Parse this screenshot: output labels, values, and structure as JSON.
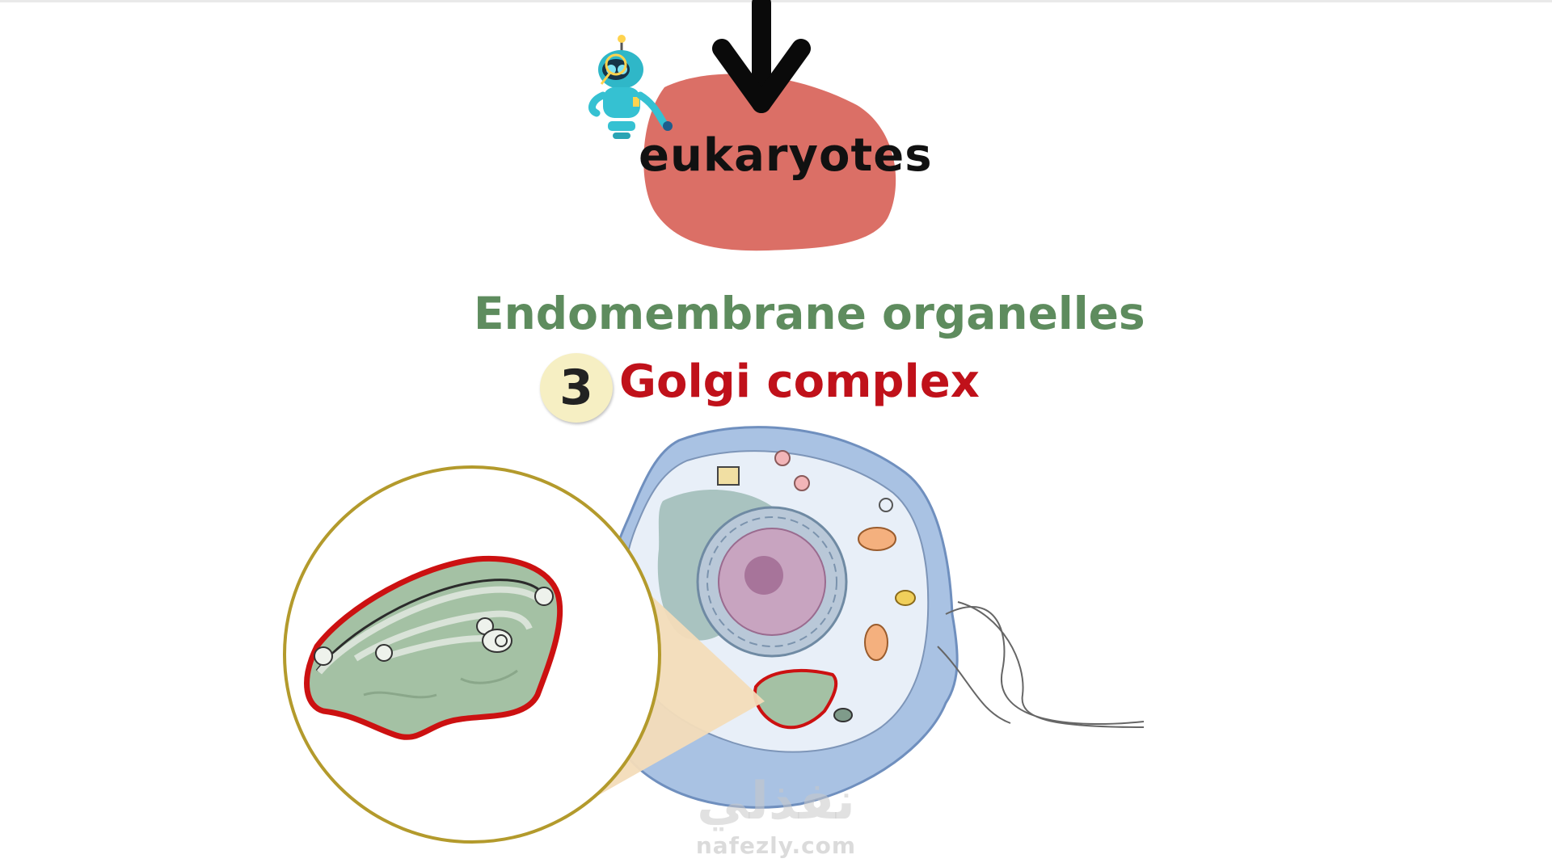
{
  "heading": {
    "blob_label": "eukaryotes"
  },
  "section": {
    "title": "Endomembrane organelles",
    "step_number": "3",
    "step_title": "Golgi complex"
  },
  "watermark": {
    "arabic": "نفذلي",
    "latin": "nafezly.com"
  },
  "icons": {
    "arrow": "down-arrow-icon",
    "mascot": "robot-mascot-icon"
  },
  "colors": {
    "blob": "#db6f66",
    "subtitle": "#5e8c5e",
    "step_title": "#c0111a",
    "badge": "#f6efc3",
    "highlight_outline": "#cc1111",
    "zoom_ring": "#b39a2c"
  }
}
